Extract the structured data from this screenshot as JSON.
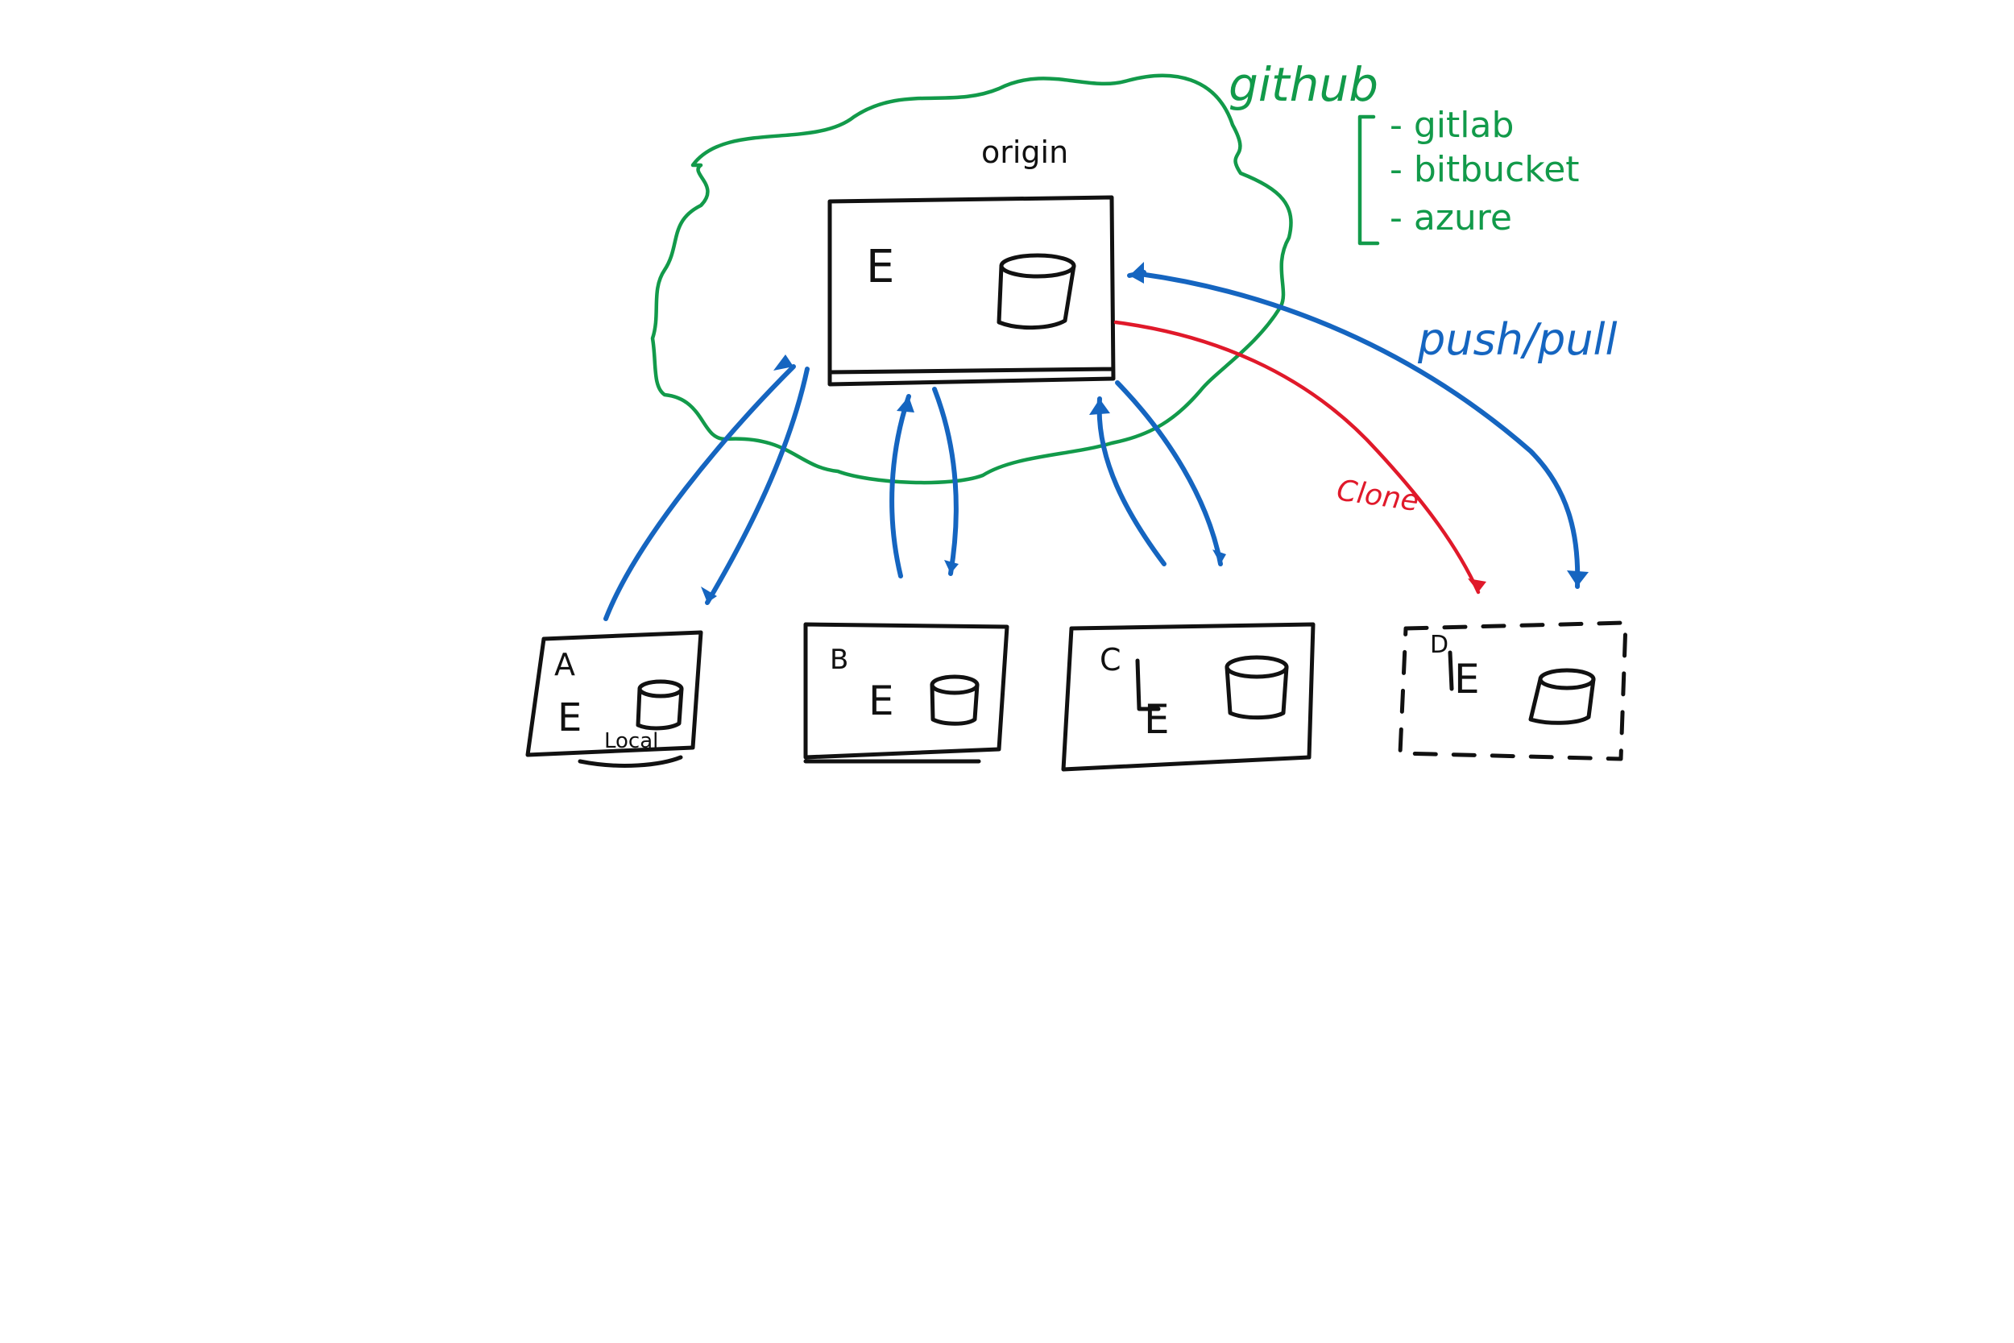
{
  "colors": {
    "ink": "#111111",
    "cloud": "#129a4a",
    "sync": "#1565c0",
    "clone": "#e0192a"
  },
  "cloud": {
    "label": "github",
    "alternatives": [
      "- gitlab",
      "- bitbucket",
      "- azure"
    ]
  },
  "origin": {
    "label": "origin",
    "editor_glyph": "E"
  },
  "arrows": {
    "push_pull_label": "push/pull",
    "clone_label": "Clone"
  },
  "machines": [
    {
      "id": "A",
      "editor_glyph": "E",
      "db_label": "Local",
      "outline": "solid"
    },
    {
      "id": "B",
      "editor_glyph": "E",
      "db_label": "",
      "outline": "solid"
    },
    {
      "id": "C",
      "editor_glyph": "E",
      "db_label": "",
      "outline": "solid"
    },
    {
      "id": "D",
      "editor_glyph": "E",
      "db_label": "",
      "outline": "dashed"
    }
  ]
}
